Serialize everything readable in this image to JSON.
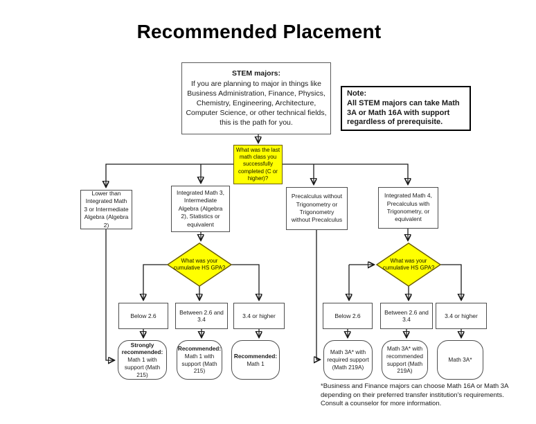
{
  "title": "Recommended Placement",
  "stem_box": {
    "heading": "STEM majors:",
    "body": "If you are planning to major in things like Business Administration, Finance, Physics, Chemistry, Engineering, Architecture, Computer Science, or other technical fields, this is the path for you."
  },
  "note_box": {
    "heading": "Note:",
    "body": "All STEM majors can take Math 3A or Math 16A with support regardless of prerequisite."
  },
  "question_last_math": "What was the last math class you successfully completed (C or higher)?",
  "levels": [
    "Lower than Integrated Math 3 or Intermediate Algebra (Algebra 2)",
    "Integrated Math 3, Intermediate Algebra (Algebra 2), Statistics or equivalent",
    "Precalculus without Trigonometry or Trigonometry without Precalculus",
    "Integrated Math 4, Precalculus with Trigonometry, or equivalent"
  ],
  "gpa_question": "What was your cumulative HS GPA?",
  "gpa_options": [
    "Below 2.6",
    "Between 2.6 and 3.4",
    "3.4 or higher"
  ],
  "left_results": [
    {
      "heading": "Strongly recommended:",
      "body": "Math 1 with support (Math 215)"
    },
    {
      "heading": "Recommended:",
      "body": "Math 1 with support (Math 215)"
    },
    {
      "heading": "Recommended:",
      "body": "Math 1"
    }
  ],
  "right_results": [
    "Math 3A* with required support (Math 219A)",
    "Math 3A* with recommended support (Math 219A)",
    "Math 3A*"
  ],
  "footnote": "*Business and Finance majors can choose Math 16A or Math 3A depending on their preferred transfer institution's requirements. Consult a counselor for more information.",
  "colors": {
    "highlight": "#ffff00",
    "line": "#1a1a1a"
  }
}
